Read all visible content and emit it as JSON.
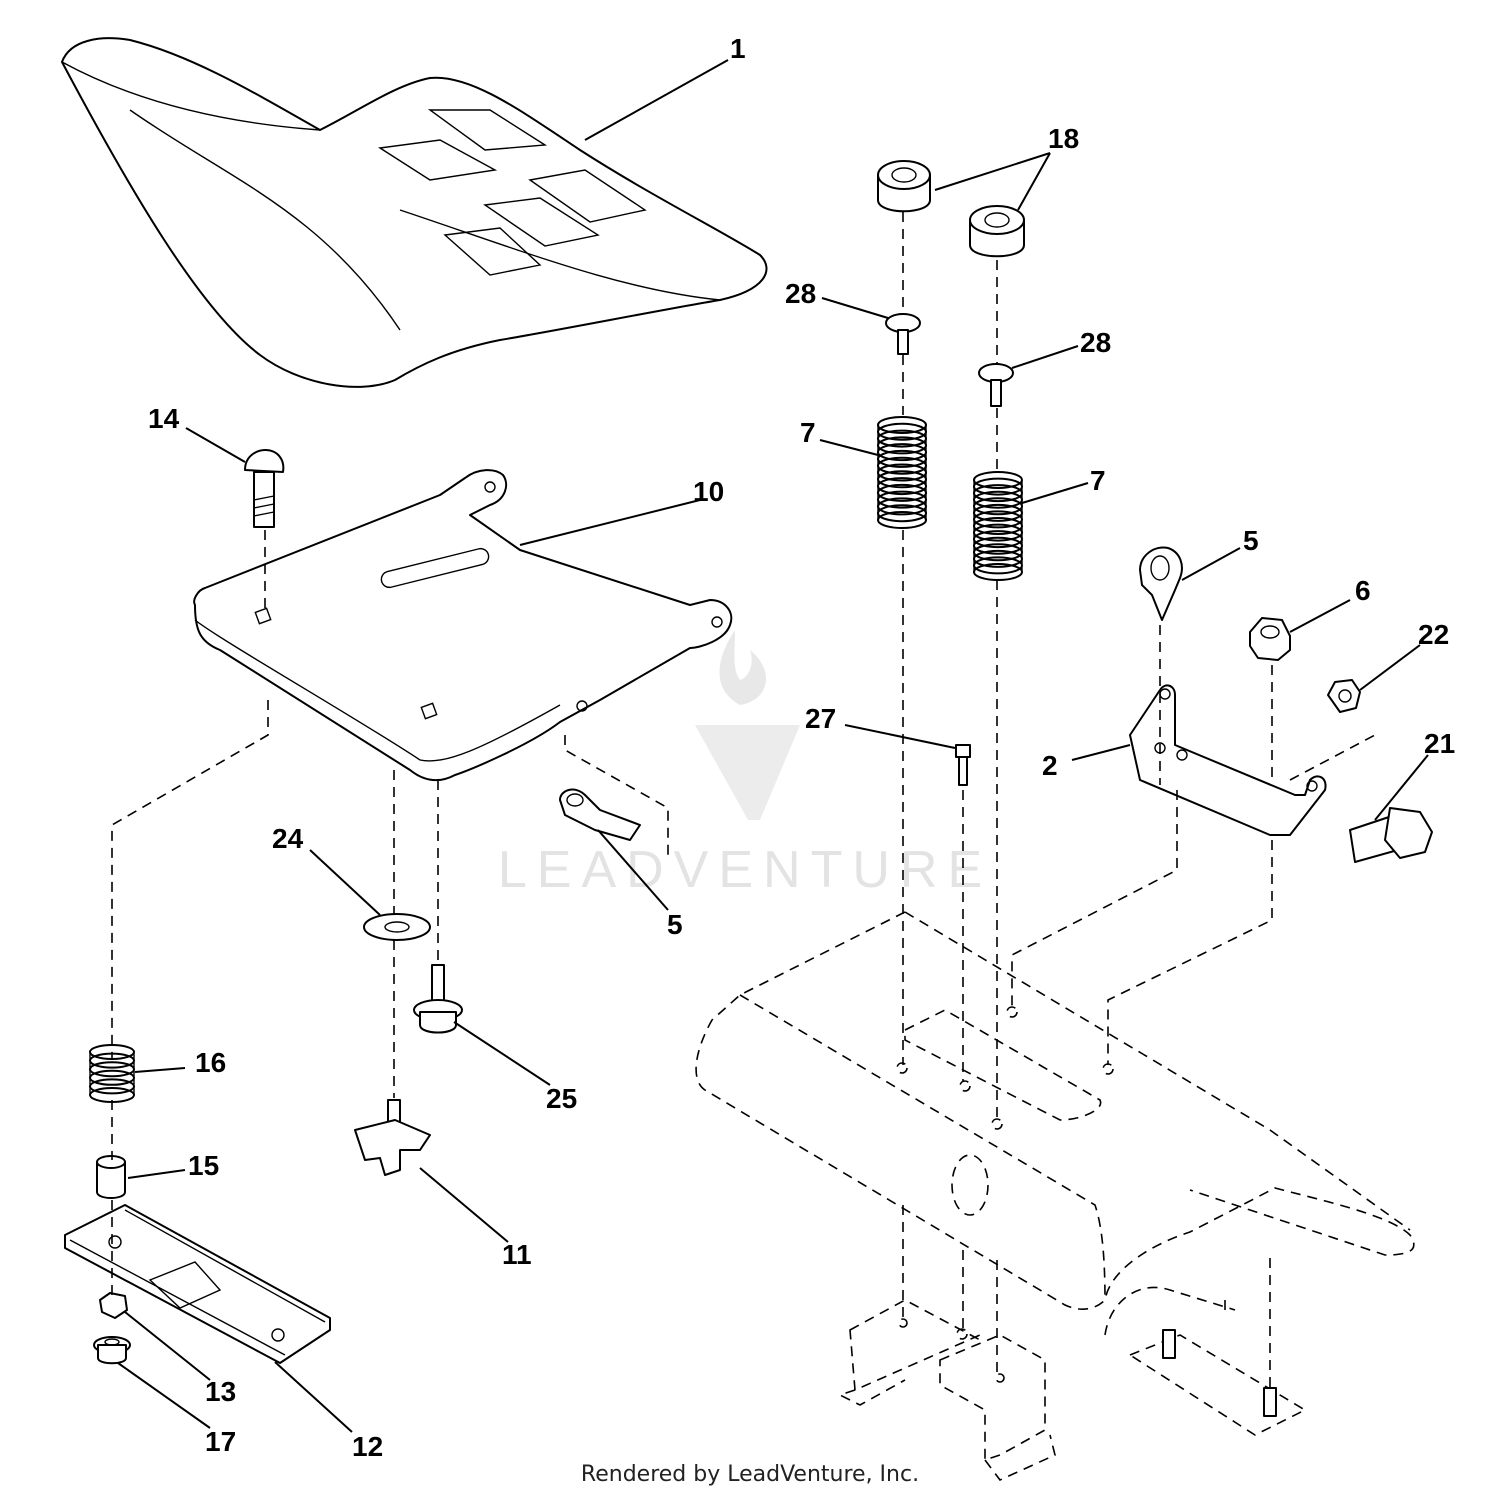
{
  "callouts": [
    {
      "id": "c1",
      "label": "1"
    },
    {
      "id": "c18",
      "label": "18"
    },
    {
      "id": "c28a",
      "label": "28"
    },
    {
      "id": "c28b",
      "label": "28"
    },
    {
      "id": "c14",
      "label": "14"
    },
    {
      "id": "c10",
      "label": "10"
    },
    {
      "id": "c7a",
      "label": "7"
    },
    {
      "id": "c7b",
      "label": "7"
    },
    {
      "id": "c5a",
      "label": "5"
    },
    {
      "id": "c6",
      "label": "6"
    },
    {
      "id": "c22",
      "label": "22"
    },
    {
      "id": "c27",
      "label": "27"
    },
    {
      "id": "c2",
      "label": "2"
    },
    {
      "id": "c21",
      "label": "21"
    },
    {
      "id": "c24",
      "label": "24"
    },
    {
      "id": "c5b",
      "label": "5"
    },
    {
      "id": "c16",
      "label": "16"
    },
    {
      "id": "c25",
      "label": "25"
    },
    {
      "id": "c15",
      "label": "15"
    },
    {
      "id": "c11",
      "label": "11"
    },
    {
      "id": "c13",
      "label": "13"
    },
    {
      "id": "c17",
      "label": "17"
    },
    {
      "id": "c12",
      "label": "12"
    }
  ],
  "watermark": "LEADVENTURE",
  "footer": "Rendered by LeadVenture, Inc.",
  "colors": {
    "ink": "#000000",
    "watermark": "#e3e3e3",
    "background": "#ffffff"
  }
}
